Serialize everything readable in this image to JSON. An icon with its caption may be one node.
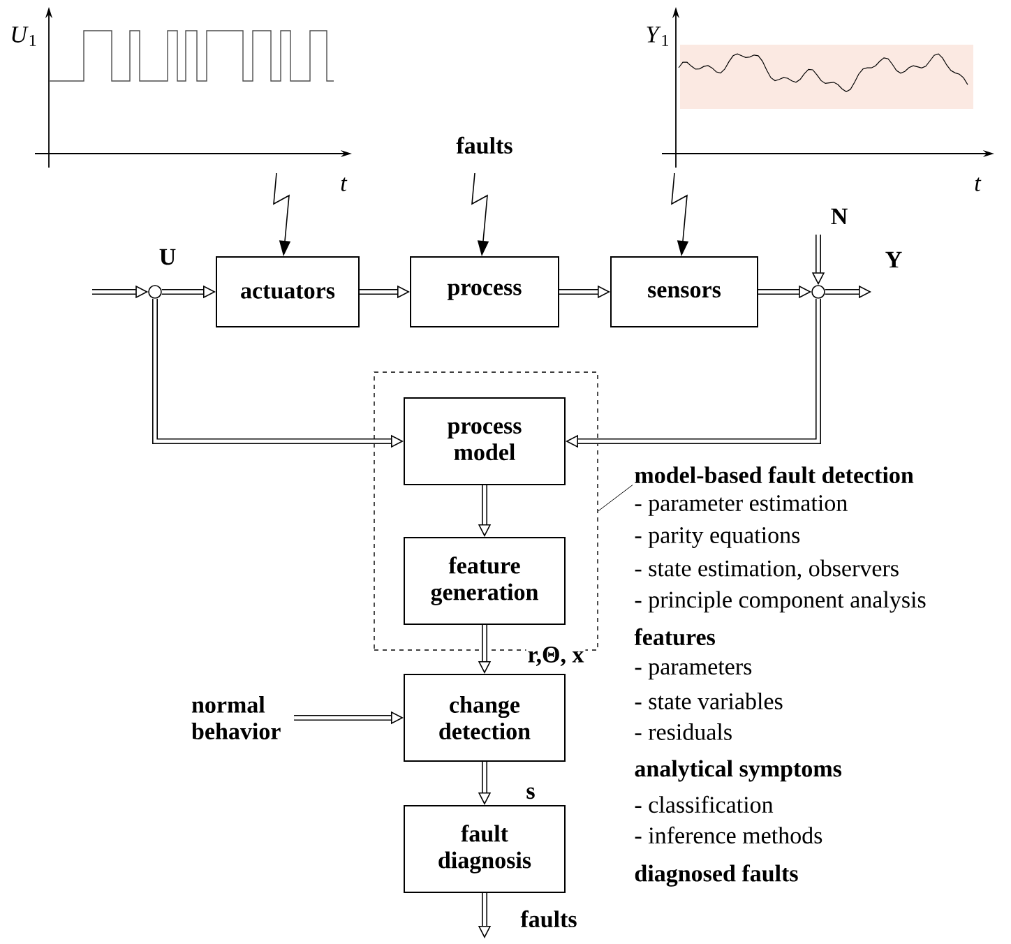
{
  "diagram": {
    "nodes": [
      {
        "text": [
          "actuators"
        ]
      },
      {
        "text": [
          "process"
        ]
      },
      {
        "text": [
          "sensors"
        ]
      },
      {
        "text": [],
        "shape": "box"
      },
      {
        "text": [
          "process model"
        ],
        "in": 3
      },
      {
        "text": [
          "feature generation"
        ],
        "in": 3
      },
      {
        "text": [
          "change detection"
        ]
      },
      {
        "text": [
          "fault diagnosis"
        ]
      },
      {
        "text": [
          "normal behavior"
        ]
      },
      {
        "text": [],
        "shape": "circle",
        "beside": [
          "U"
        ]
      },
      {
        "text": [],
        "shape": "circle"
      },
      {
        "text": [
          "model-based fault detection"
        ]
      }
    ],
    "edges": [
      {
        "from": null,
        "to": 9,
        "arrow": "to"
      },
      {
        "from": 9,
        "to": 0,
        "arrow": "to"
      },
      {
        "from": 0,
        "to": 1,
        "arrow": "to"
      },
      {
        "from": 1,
        "to": 2,
        "arrow": "to"
      },
      {
        "from": 2,
        "to": 10,
        "arrow": "to"
      },
      {
        "from": 10,
        "to": null,
        "arrow": "to",
        "label": "Y"
      },
      {
        "from": null,
        "to": 10,
        "arrow": "to",
        "label": "N"
      },
      {
        "from": 9,
        "to": 4,
        "arrow": "to"
      },
      {
        "from": 10,
        "to": 4,
        "arrow": "to"
      },
      {
        "from": 4,
        "to": 5,
        "arrow": "to"
      },
      {
        "from": 5,
        "to": 6,
        "arrow": "to",
        "label": "r,Θ, x"
      },
      {
        "from": 8,
        "to": 6,
        "arrow": "to"
      },
      {
        "from": 6,
        "to": 7,
        "arrow": "to",
        "label": "s"
      },
      {
        "from": 7,
        "to": null,
        "arrow": "to",
        "label": "faults"
      },
      {
        "from": null,
        "to": 0,
        "arrow": "to"
      },
      {
        "from": null,
        "to": 1,
        "arrow": "to",
        "label": "faults"
      },
      {
        "from": null,
        "to": 2,
        "arrow": "to"
      },
      {
        "from": 3,
        "to": 11,
        "arrow": "none"
      }
    ],
    "labels": [
      "*U*$_{1}$",
      "t",
      "*Y*$_{1}$",
      "t",
      "- parameter estimation",
      "- parity equations",
      "- state estimation, observers",
      "- principle component analysis",
      "features",
      "- parameters",
      "- state variables",
      "- residuals",
      "analytical symptoms",
      "- classification",
      "- inference methods",
      "diagnosed faults"
    ]
  }
}
